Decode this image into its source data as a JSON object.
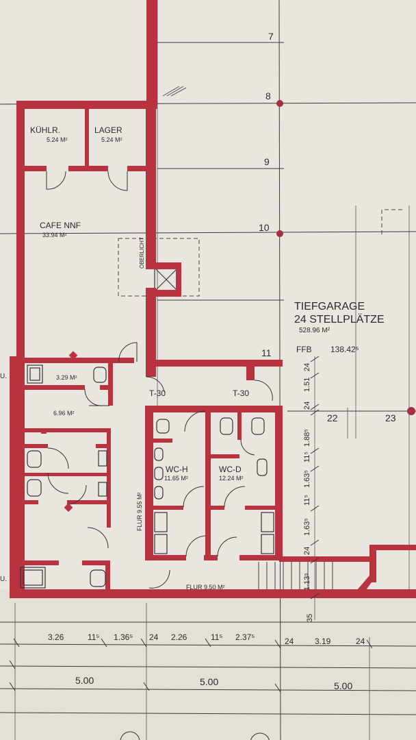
{
  "gridlines": [
    "7",
    "8",
    "9",
    "10",
    "11",
    "22",
    "23"
  ],
  "rooms": {
    "kuehlr": {
      "name": "KÜHLR.",
      "area": "5.24 M²"
    },
    "lager": {
      "name": "LAGER",
      "area": "5.24 M²"
    },
    "cafe": {
      "name": "CAFE NNF",
      "area": "33.94 M²"
    },
    "oberlicht": "OBERLICHT",
    "tiefgarage": {
      "name": "TIEFGARAGE",
      "spaces": "24 STELLPLÄTZE",
      "area": "528.96 M²"
    },
    "ffb": {
      "label": "FFB",
      "value": "138.42⁵"
    },
    "small1": {
      "area": "3.29 M²"
    },
    "small2": {
      "area": "6.96 M²"
    },
    "wch": {
      "name": "WC-H",
      "area": "11.65 M²"
    },
    "wcd": {
      "name": "WC-D",
      "area": "12.24 M²"
    },
    "flur_v": "FLUR 9.55 M²",
    "flur_h": "FLUR 9.50 M²",
    "t30a": "T-30",
    "t30b": "T-30",
    "edge_du1": "U.",
    "edge_du2": "U."
  },
  "dimensions": {
    "row1": [
      "3.26",
      "11⁵",
      "1.36⁵",
      "24",
      "2.26",
      "11⁵",
      "2.37⁵",
      "24",
      "3.19",
      "24"
    ],
    "row2": [
      "5.00",
      "5.00",
      "5.00"
    ],
    "vertical": [
      "24",
      "1.51",
      "24",
      "1.88⁵",
      "11⁵",
      "1.63⁵",
      "11⁵",
      "1.63⁵",
      "24",
      "1.13⁵",
      "35"
    ]
  },
  "colors": {
    "wall": "#b8323f",
    "paper": "#e9e6df",
    "ink": "#2b2a2a"
  }
}
